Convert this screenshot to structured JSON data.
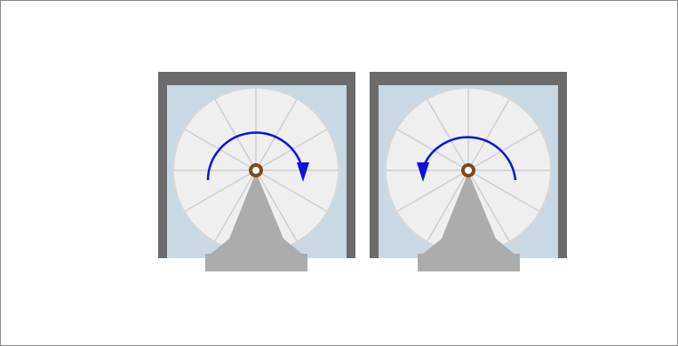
{
  "figure": {
    "panels": [
      {
        "id": "clockwise",
        "rotation": "clockwise"
      },
      {
        "id": "counterclockwise",
        "rotation": "counterclockwise"
      }
    ],
    "spoke_count": 12,
    "colors": {
      "frame": "#6b6b6b",
      "chamber": "#c9d9e3",
      "wheel": "#efefef",
      "wheel_edge": "#d7d7d7",
      "spoke": "#cfcfcf",
      "arrow": "#1010e0",
      "axle": "#7a4a22",
      "stand": "#acacac"
    }
  }
}
